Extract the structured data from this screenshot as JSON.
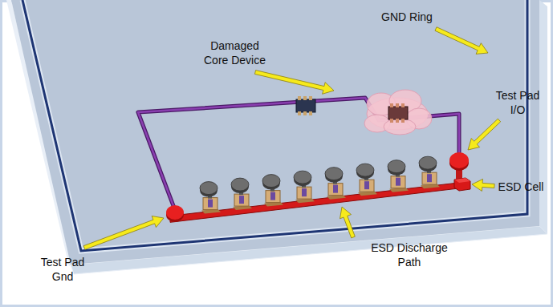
{
  "diagram": {
    "labels": [
      "GND Ring",
      "Damaged Core Device",
      "Test Pad I/O",
      "ESD Cell",
      "ESD Discharge Path",
      "Test Pad Gnd"
    ]
  }
}
